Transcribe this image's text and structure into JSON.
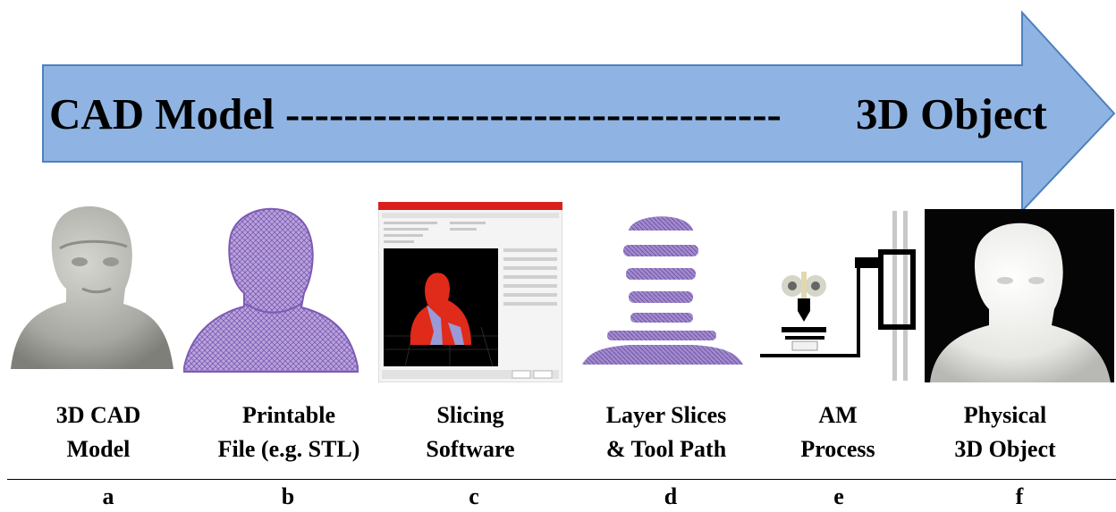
{
  "arrow": {
    "start_text": "CAD Model",
    "dashes": "----------------------------------",
    "end_text": "3D Object",
    "fill_color": "#8FB4E3",
    "stroke_color": "#4F81BD"
  },
  "stages": [
    {
      "letter": "a",
      "label_lines": [
        "3D CAD",
        "Model"
      ],
      "icon": "gray-head-model-icon"
    },
    {
      "letter": "b",
      "label_lines": [
        "Printable",
        "File (e.g. STL)"
      ],
      "icon": "stl-mesh-head-icon"
    },
    {
      "letter": "c",
      "label_lines": [
        "Slicing",
        "Software"
      ],
      "icon": "slicing-software-window-icon"
    },
    {
      "letter": "d",
      "label_lines": [
        "Layer Slices",
        "& Tool Path"
      ],
      "icon": "layer-slices-head-icon"
    },
    {
      "letter": "e",
      "label_lines": [
        "AM",
        "Process"
      ],
      "icon": "printer-schematic-icon"
    },
    {
      "letter": "f",
      "label_lines": [
        "Physical",
        "3D Object"
      ],
      "icon": "printed-head-photo-icon"
    }
  ],
  "colors": {
    "mesh_purple": "#7D5AB4",
    "model_gray": "#B4B4AE",
    "slicer_red": "#E02A1A",
    "slicer_bar": "#D9201E"
  }
}
